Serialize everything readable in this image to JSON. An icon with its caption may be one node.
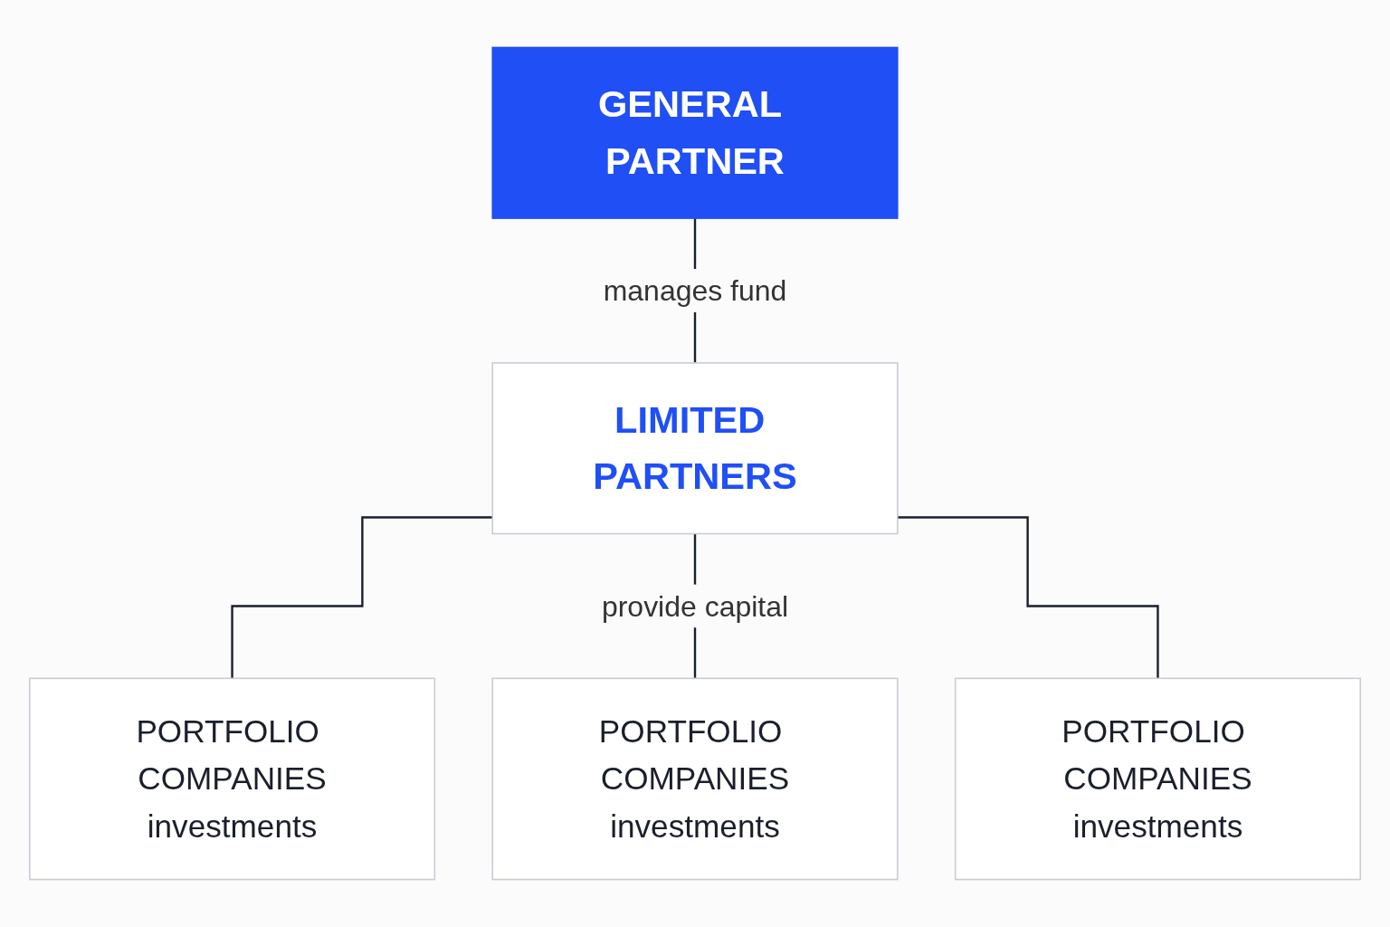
{
  "diagram": {
    "nodes": [
      {
        "text": [
          "GENERAL PARTNER"
        ]
      },
      {
        "text": [
          "LIMITED PARTNERS"
        ]
      },
      {
        "text": [
          "PORTFOLIO COMPANIES",
          "investments"
        ]
      },
      {
        "text": [
          "PORTFOLIO COMPANIES",
          "investments"
        ]
      },
      {
        "text": [
          "PORTFOLIO COMPANIES",
          "investments"
        ]
      }
    ],
    "edges": [
      {
        "from": 0,
        "to": 1,
        "arrow": "none",
        "label": "manages fund"
      },
      {
        "from": 1,
        "to": 2,
        "arrow": "none"
      },
      {
        "from": 1,
        "to": 3,
        "arrow": "none",
        "label": "provide capital"
      },
      {
        "from": 1,
        "to": 4,
        "arrow": "none"
      }
    ]
  }
}
